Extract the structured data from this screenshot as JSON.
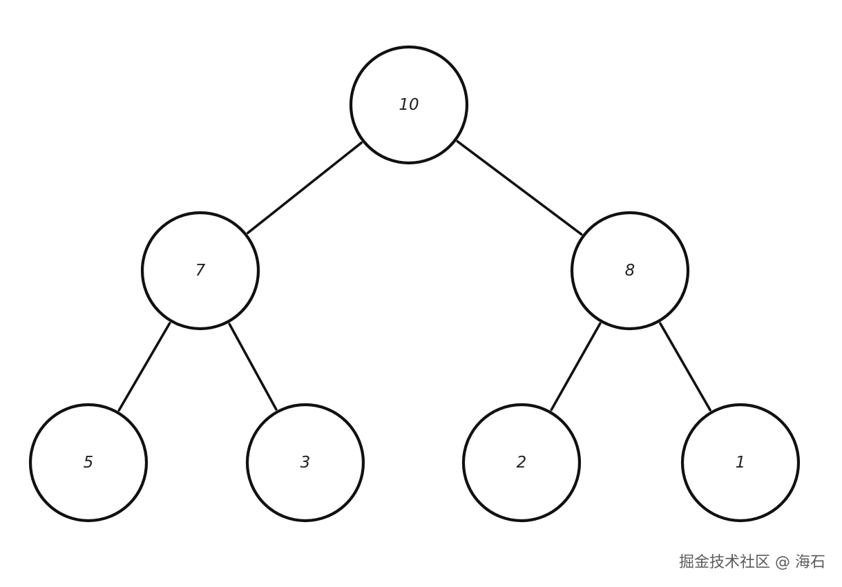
{
  "diagram": {
    "type": "binary-tree",
    "root": "n10",
    "nodes": [
      {
        "id": "n10",
        "label": "10"
      },
      {
        "id": "n7",
        "label": "7"
      },
      {
        "id": "n8",
        "label": "8"
      },
      {
        "id": "n5",
        "label": "5"
      },
      {
        "id": "n3",
        "label": "3"
      },
      {
        "id": "n2",
        "label": "2"
      },
      {
        "id": "n1",
        "label": "1"
      }
    ],
    "edges": [
      {
        "from": "n10",
        "to": "n7"
      },
      {
        "from": "n10",
        "to": "n8"
      },
      {
        "from": "n7",
        "to": "n5"
      },
      {
        "from": "n7",
        "to": "n3"
      },
      {
        "from": "n8",
        "to": "n2"
      },
      {
        "from": "n8",
        "to": "n1"
      }
    ],
    "stroke_color": "#111111",
    "node_fill": "#ffffff"
  },
  "watermark": {
    "text": "掘金技术社区 @ 海石"
  }
}
